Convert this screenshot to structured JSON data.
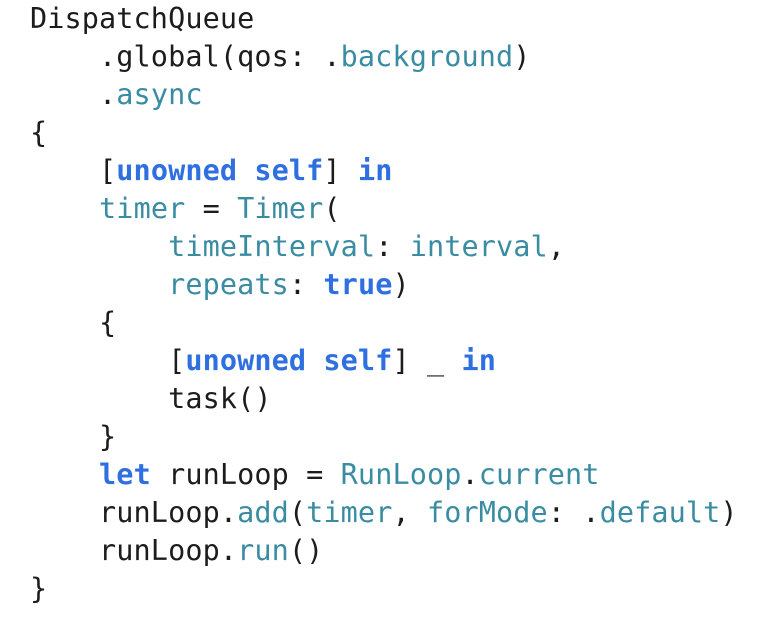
{
  "colors": {
    "plain": "#1c1c1c",
    "identifier": "#3a8ca3",
    "keyword": "#2f70e0",
    "background": "#ffffff"
  },
  "code_lines": [
    [
      [
        "DispatchQueue",
        "plain"
      ]
    ],
    [
      [
        "    .global(qos: .",
        "plain"
      ],
      [
        "background",
        "teal"
      ],
      [
        ")",
        "plain"
      ]
    ],
    [
      [
        "    .",
        "plain"
      ],
      [
        "async",
        "teal"
      ]
    ],
    [
      [
        "{",
        "plain"
      ]
    ],
    [
      [
        "    [",
        "plain"
      ],
      [
        "unowned",
        "kw"
      ],
      [
        " ",
        "plain"
      ],
      [
        "self",
        "kw"
      ],
      [
        "] ",
        "plain"
      ],
      [
        "in",
        "kw"
      ]
    ],
    [
      [
        "    ",
        "plain"
      ],
      [
        "timer",
        "teal"
      ],
      [
        " = ",
        "plain"
      ],
      [
        "Timer",
        "teal"
      ],
      [
        "(",
        "plain"
      ]
    ],
    [
      [
        "        ",
        "plain"
      ],
      [
        "timeInterval",
        "teal"
      ],
      [
        ": ",
        "plain"
      ],
      [
        "interval",
        "teal"
      ],
      [
        ",",
        "plain"
      ]
    ],
    [
      [
        "        ",
        "plain"
      ],
      [
        "repeats",
        "teal"
      ],
      [
        ": ",
        "plain"
      ],
      [
        "true",
        "kw"
      ],
      [
        ")",
        "plain"
      ]
    ],
    [
      [
        "    {",
        "plain"
      ]
    ],
    [
      [
        "        [",
        "plain"
      ],
      [
        "unowned",
        "kw"
      ],
      [
        " ",
        "plain"
      ],
      [
        "self",
        "kw"
      ],
      [
        "] _ ",
        "plain"
      ],
      [
        "in",
        "kw"
      ]
    ],
    [
      [
        "        task()",
        "plain"
      ]
    ],
    [
      [
        "    }",
        "plain"
      ]
    ],
    [
      [
        "    ",
        "plain"
      ],
      [
        "let",
        "kw"
      ],
      [
        " runLoop = ",
        "plain"
      ],
      [
        "RunLoop",
        "teal"
      ],
      [
        ".",
        "plain"
      ],
      [
        "current",
        "teal"
      ]
    ],
    [
      [
        "    runLoop.",
        "plain"
      ],
      [
        "add",
        "teal"
      ],
      [
        "(",
        "plain"
      ],
      [
        "timer",
        "teal"
      ],
      [
        ", ",
        "plain"
      ],
      [
        "forMode",
        "teal"
      ],
      [
        ": .",
        "plain"
      ],
      [
        "default",
        "teal"
      ],
      [
        ")",
        "plain"
      ]
    ],
    [
      [
        "    runLoop.",
        "plain"
      ],
      [
        "run",
        "teal"
      ],
      [
        "()",
        "plain"
      ]
    ],
    [
      [
        "}",
        "plain"
      ]
    ]
  ]
}
